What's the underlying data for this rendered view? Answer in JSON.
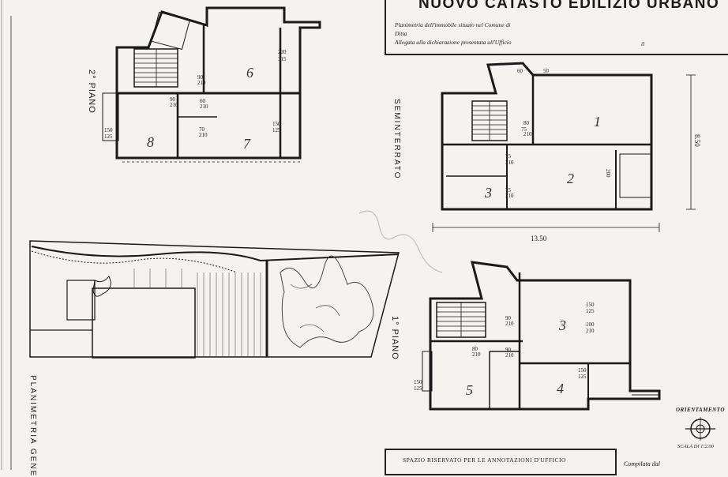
{
  "header": {
    "title": "NUOVO CATASTO EDILIZIO URBANO",
    "line1": "Planimetria dell'immobile situato nel Comune di",
    "line2": "Ditta",
    "line3": "Allegata alla dichiarazione presentata all'Ufficio",
    "line3_suffix": "il"
  },
  "plans": {
    "secondo_piano": "2° PIANO",
    "seminterrato": "SEMINTERRATO",
    "primo_piano": "1° PIANO",
    "planimetria_generale": "PLANIMETRIA GENE"
  },
  "dimensions": {
    "width": "13.50",
    "height": "8.50"
  },
  "footer": {
    "reserved_space": "SPAZIO RISERVATO PER LE ANNOTAZIONI D'UFFICIO",
    "compiled_by": "Compilata dal"
  },
  "compass": {
    "label": "ORIENTAMENTO",
    "scale": "SCALA DI 1:2.00"
  },
  "room_numbers": {
    "p2": [
      "6",
      "7",
      "8"
    ],
    "sem": [
      "1",
      "2",
      "3"
    ],
    "p1": [
      "3",
      "4",
      "5"
    ]
  }
}
